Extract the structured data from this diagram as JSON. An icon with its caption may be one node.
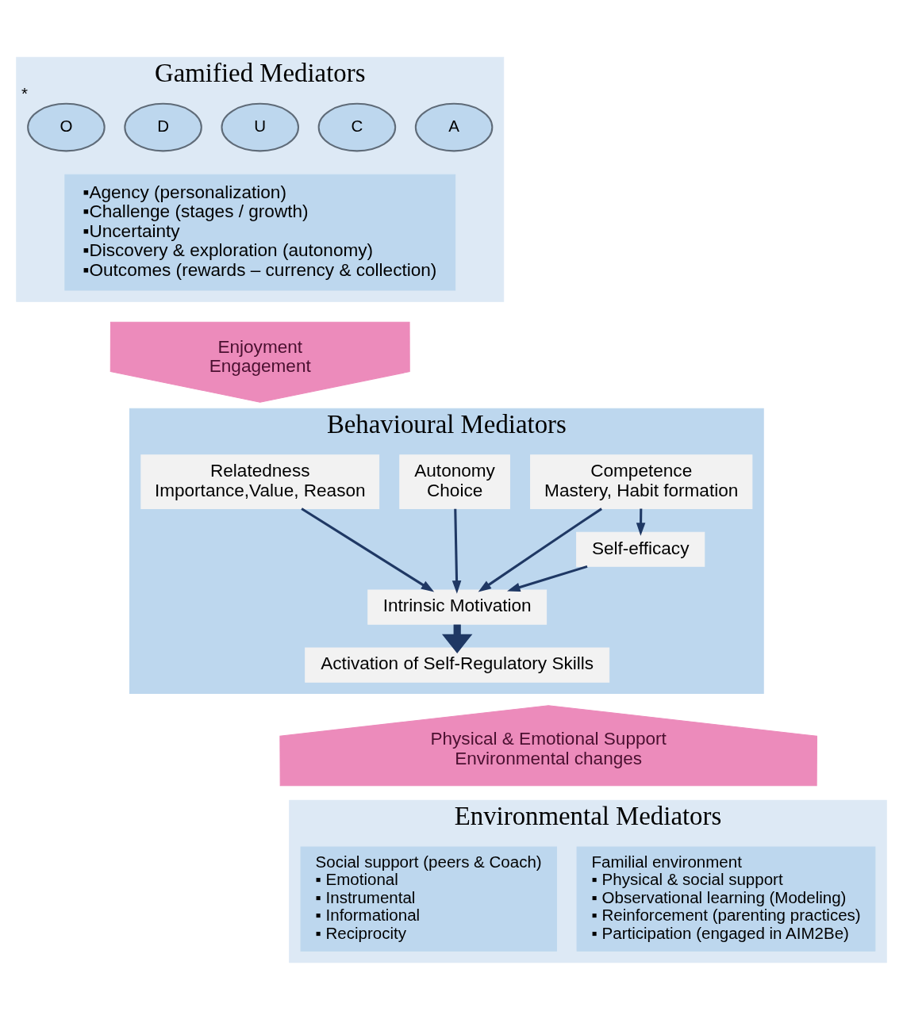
{
  "diagram": {
    "nodes": [
      {
        "text": [
          "Gamified Mediators"
        ]
      },
      {
        "text": [
          "A"
        ],
        "in": 0
      },
      {
        "text": [
          "C"
        ],
        "in": 0
      },
      {
        "text": [
          "U"
        ],
        "in": 0
      },
      {
        "text": [
          "D"
        ],
        "in": 0
      },
      {
        "text": [
          "O"
        ],
        "in": 0,
        "beside": [
          "*"
        ]
      },
      {
        "text": [
          "▪Agency (personalization)",
          "▪Challenge (stages / growth)",
          "▪Uncertainty",
          "▪Discovery & exploration (autonomy)",
          "▪Outcomes (rewards – currency & collection)"
        ],
        "in": 0
      },
      {
        "text": [
          "Enjoyment",
          "Engagement"
        ]
      },
      {
        "text": [
          "Behavioural Mediators"
        ]
      },
      {
        "text": [
          "Autonomy",
          "Choice"
        ],
        "in": 8
      },
      {
        "text": [
          "Relatedness",
          "Importance,Value, Reason"
        ],
        "in": 8
      },
      {
        "text": [
          "Competence",
          "Mastery, Habit formation"
        ],
        "in": 8
      },
      {
        "text": [
          "Intrinsic Motivation"
        ],
        "in": 8
      },
      {
        "text": [
          "Self-efficacy"
        ],
        "in": 8
      },
      {
        "text": [
          "Activation of Self-Regulatory Skills"
        ],
        "in": 8
      },
      {
        "text": [
          "Physical & Emotional Support",
          "Environmental changes"
        ]
      },
      {
        "text": [
          "Environmental Mediators"
        ]
      },
      {
        "text": [
          "Familial environment",
          "▪ Physical & social support",
          "▪ Observational learning (Modeling)",
          "▪ Reinforcement (parenting practices)",
          "▪ Participation (engaged in AIM2Be)"
        ],
        "in": 16
      },
      {
        "text": [
          "Social support (peers & Coach)",
          "▪ Emotional",
          "▪ Instrumental",
          "▪ Informational",
          "▪ Reciprocity"
        ],
        "in": 16
      }
    ],
    "edges": [
      {
        "from": 9,
        "to": 12,
        "arrow": "to"
      },
      {
        "from": 10,
        "to": 12,
        "arrow": "to"
      },
      {
        "from": 11,
        "to": 12,
        "arrow": "to"
      },
      {
        "from": 11,
        "to": 13,
        "arrow": "to"
      },
      {
        "from": 13,
        "to": 12,
        "arrow": "to"
      },
      {
        "from": 12,
        "to": 14,
        "arrow": "to",
        "style": "thick"
      }
    ]
  }
}
